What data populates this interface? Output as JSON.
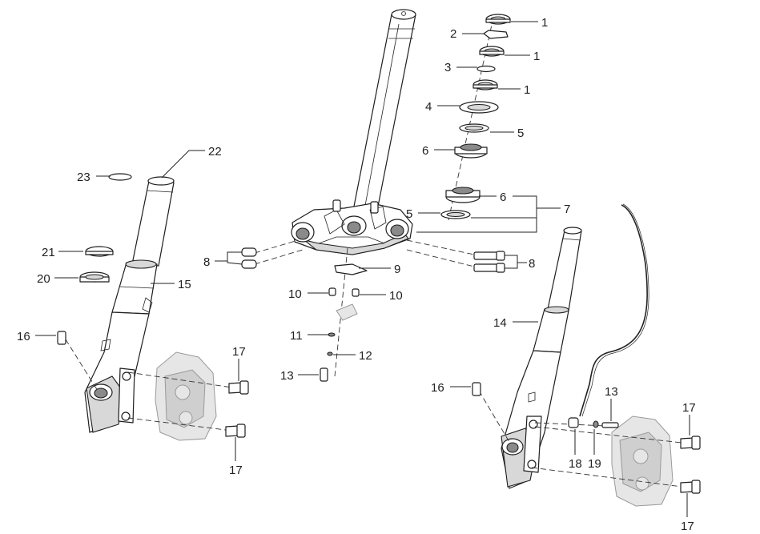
{
  "diagram": {
    "callouts": [
      {
        "id": "c1a",
        "text": "1"
      },
      {
        "id": "c2",
        "text": "2"
      },
      {
        "id": "c1b",
        "text": "1"
      },
      {
        "id": "c3",
        "text": "3"
      },
      {
        "id": "c1c",
        "text": "1"
      },
      {
        "id": "c4",
        "text": "4"
      },
      {
        "id": "c5a",
        "text": "5"
      },
      {
        "id": "c6a",
        "text": "6"
      },
      {
        "id": "c6b",
        "text": "6"
      },
      {
        "id": "c5b",
        "text": "5"
      },
      {
        "id": "c7",
        "text": "7"
      },
      {
        "id": "c8a",
        "text": "8"
      },
      {
        "id": "c8b",
        "text": "8"
      },
      {
        "id": "c9",
        "text": "9"
      },
      {
        "id": "c10a",
        "text": "10"
      },
      {
        "id": "c10b",
        "text": "10"
      },
      {
        "id": "c11",
        "text": "11"
      },
      {
        "id": "c12",
        "text": "12"
      },
      {
        "id": "c13a",
        "text": "13"
      },
      {
        "id": "c13b",
        "text": "13"
      },
      {
        "id": "c14",
        "text": "14"
      },
      {
        "id": "c15",
        "text": "15"
      },
      {
        "id": "c16a",
        "text": "16"
      },
      {
        "id": "c16b",
        "text": "16"
      },
      {
        "id": "c17a",
        "text": "17"
      },
      {
        "id": "c17b",
        "text": "17"
      },
      {
        "id": "c17c",
        "text": "17"
      },
      {
        "id": "c17d",
        "text": "17"
      },
      {
        "id": "c18",
        "text": "18"
      },
      {
        "id": "c19",
        "text": "19"
      },
      {
        "id": "c20",
        "text": "20"
      },
      {
        "id": "c21",
        "text": "21"
      },
      {
        "id": "c22",
        "text": "22"
      },
      {
        "id": "c23",
        "text": "23"
      }
    ]
  }
}
